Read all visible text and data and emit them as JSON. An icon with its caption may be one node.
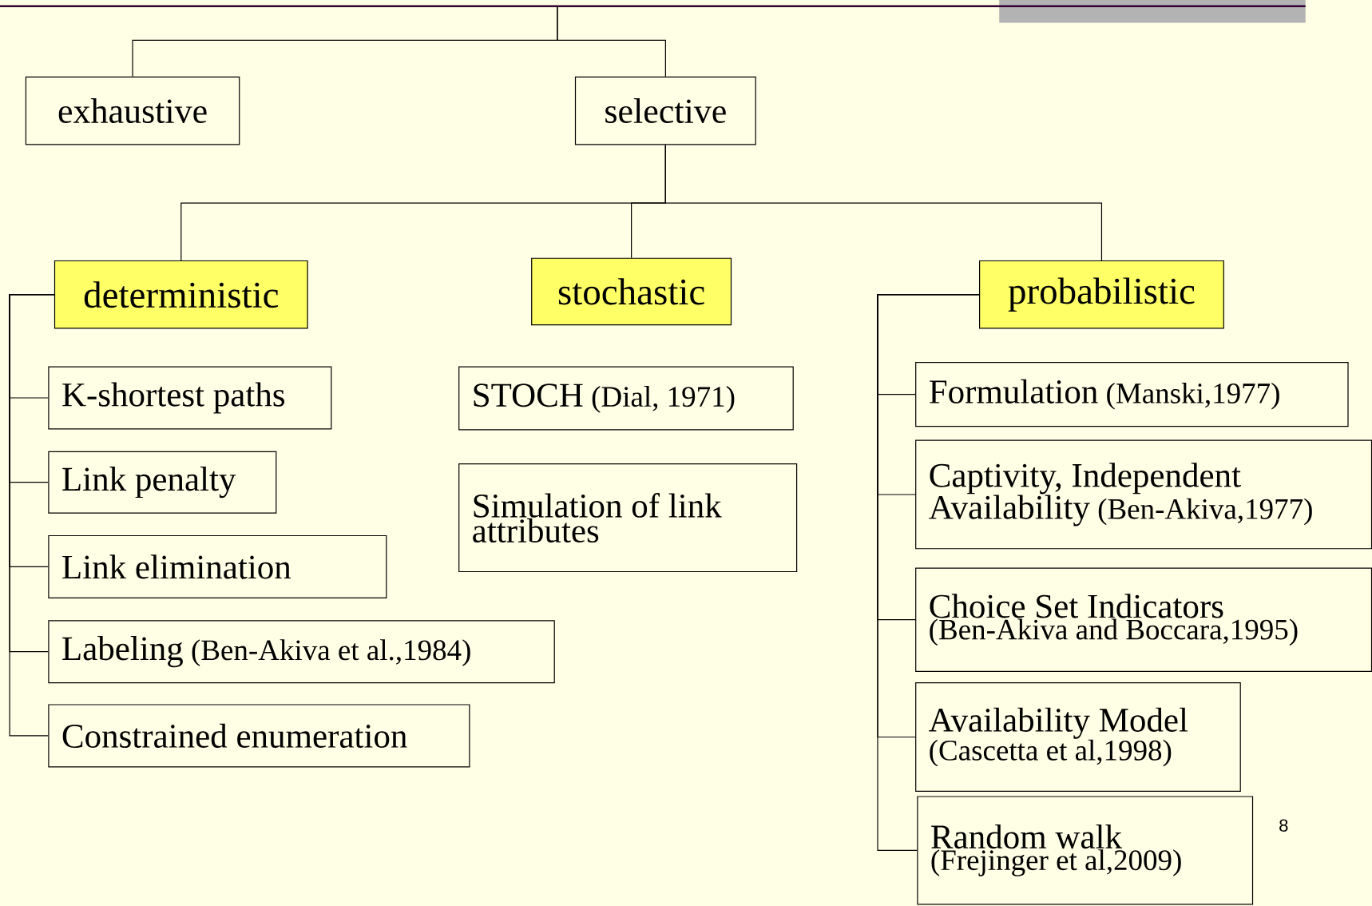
{
  "diagram": {
    "nodes": [
      {
        "text": [
          "exhaustive"
        ]
      },
      {
        "text": [
          "selective"
        ]
      },
      {
        "text": [
          "deterministic"
        ]
      },
      {
        "text": [
          "stochastic"
        ]
      },
      {
        "text": [
          "probabilistic"
        ]
      },
      {
        "text": [
          "K-shortest paths"
        ]
      },
      {
        "text": [
          "Link penalty"
        ]
      },
      {
        "text": [
          "Link elimination"
        ]
      },
      {
        "text": [
          "Labeling",
          "(Ben-Akiva et al.,1984)"
        ]
      },
      {
        "text": [
          "Constrained enumeration"
        ]
      },
      {
        "text": [
          "STOCH",
          "(Dial, 1971)"
        ]
      },
      {
        "text": [
          "Simulation of link attributes"
        ]
      },
      {
        "text": [
          "Formulation",
          "(Manski,1977)"
        ]
      },
      {
        "text": [
          "Captivity, Independent Availability",
          "(Ben-Akiva,1977)"
        ]
      },
      {
        "text": [
          "Choice Set Indicators",
          "(Ben-Akiva and Boccara,1995)"
        ]
      },
      {
        "text": [
          "Availability Model",
          "(Cascetta et al,1998)"
        ]
      },
      {
        "text": [
          "Random walk",
          "(Frejinger et al,2009)"
        ]
      }
    ],
    "edges": [
      {
        "from": null,
        "to": 0,
        "arrow": "none"
      },
      {
        "from": null,
        "to": 1,
        "arrow": "none"
      },
      {
        "from": 1,
        "to": 2,
        "arrow": "none"
      },
      {
        "from": 1,
        "to": 3,
        "arrow": "none"
      },
      {
        "from": 1,
        "to": 4,
        "arrow": "none"
      },
      {
        "from": 2,
        "to": 5,
        "arrow": "none"
      },
      {
        "from": 2,
        "to": 6,
        "arrow": "none"
      },
      {
        "from": 2,
        "to": 7,
        "arrow": "none"
      },
      {
        "from": 2,
        "to": 8,
        "arrow": "none"
      },
      {
        "from": 2,
        "to": 9,
        "arrow": "none"
      },
      {
        "from": 4,
        "to": 12,
        "arrow": "none"
      },
      {
        "from": 4,
        "to": 13,
        "arrow": "none"
      },
      {
        "from": 4,
        "to": 14,
        "arrow": "none"
      },
      {
        "from": 4,
        "to": 15,
        "arrow": "none"
      },
      {
        "from": 4,
        "to": 16,
        "arrow": "none"
      }
    ],
    "labels": [
      "8"
    ]
  }
}
